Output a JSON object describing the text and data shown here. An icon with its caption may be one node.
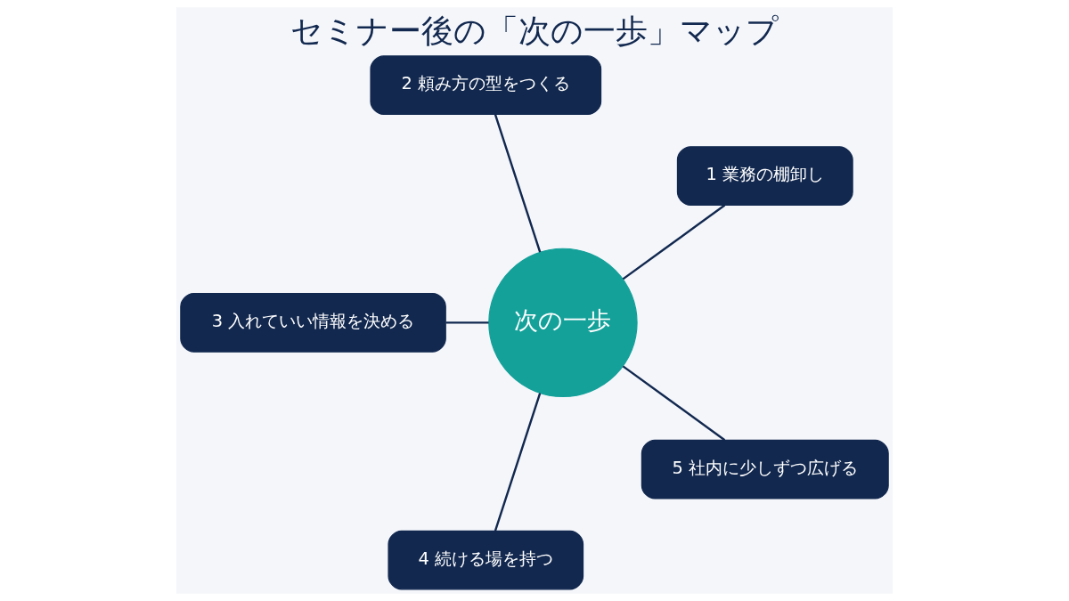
{
  "diagram": {
    "title": "セミナー後の「次の一歩」マップ",
    "nodes": [
      {
        "text": [
          "次の一歩"
        ]
      },
      {
        "text": [
          "1 業務の棚卸し"
        ]
      },
      {
        "text": [
          "2 頼み方の型をつくる"
        ]
      },
      {
        "text": [
          "3 入れていい情報を決める"
        ]
      },
      {
        "text": [
          "4 続ける場を持つ"
        ]
      },
      {
        "text": [
          "5 社内に少しずつ広げる"
        ]
      }
    ],
    "edges": [
      {
        "from": 0,
        "to": 1,
        "arrow": "none"
      },
      {
        "from": 0,
        "to": 2,
        "arrow": "none"
      },
      {
        "from": 0,
        "to": 3,
        "arrow": "none"
      },
      {
        "from": 0,
        "to": 4,
        "arrow": "none"
      },
      {
        "from": 0,
        "to": 5,
        "arrow": "none"
      }
    ]
  }
}
